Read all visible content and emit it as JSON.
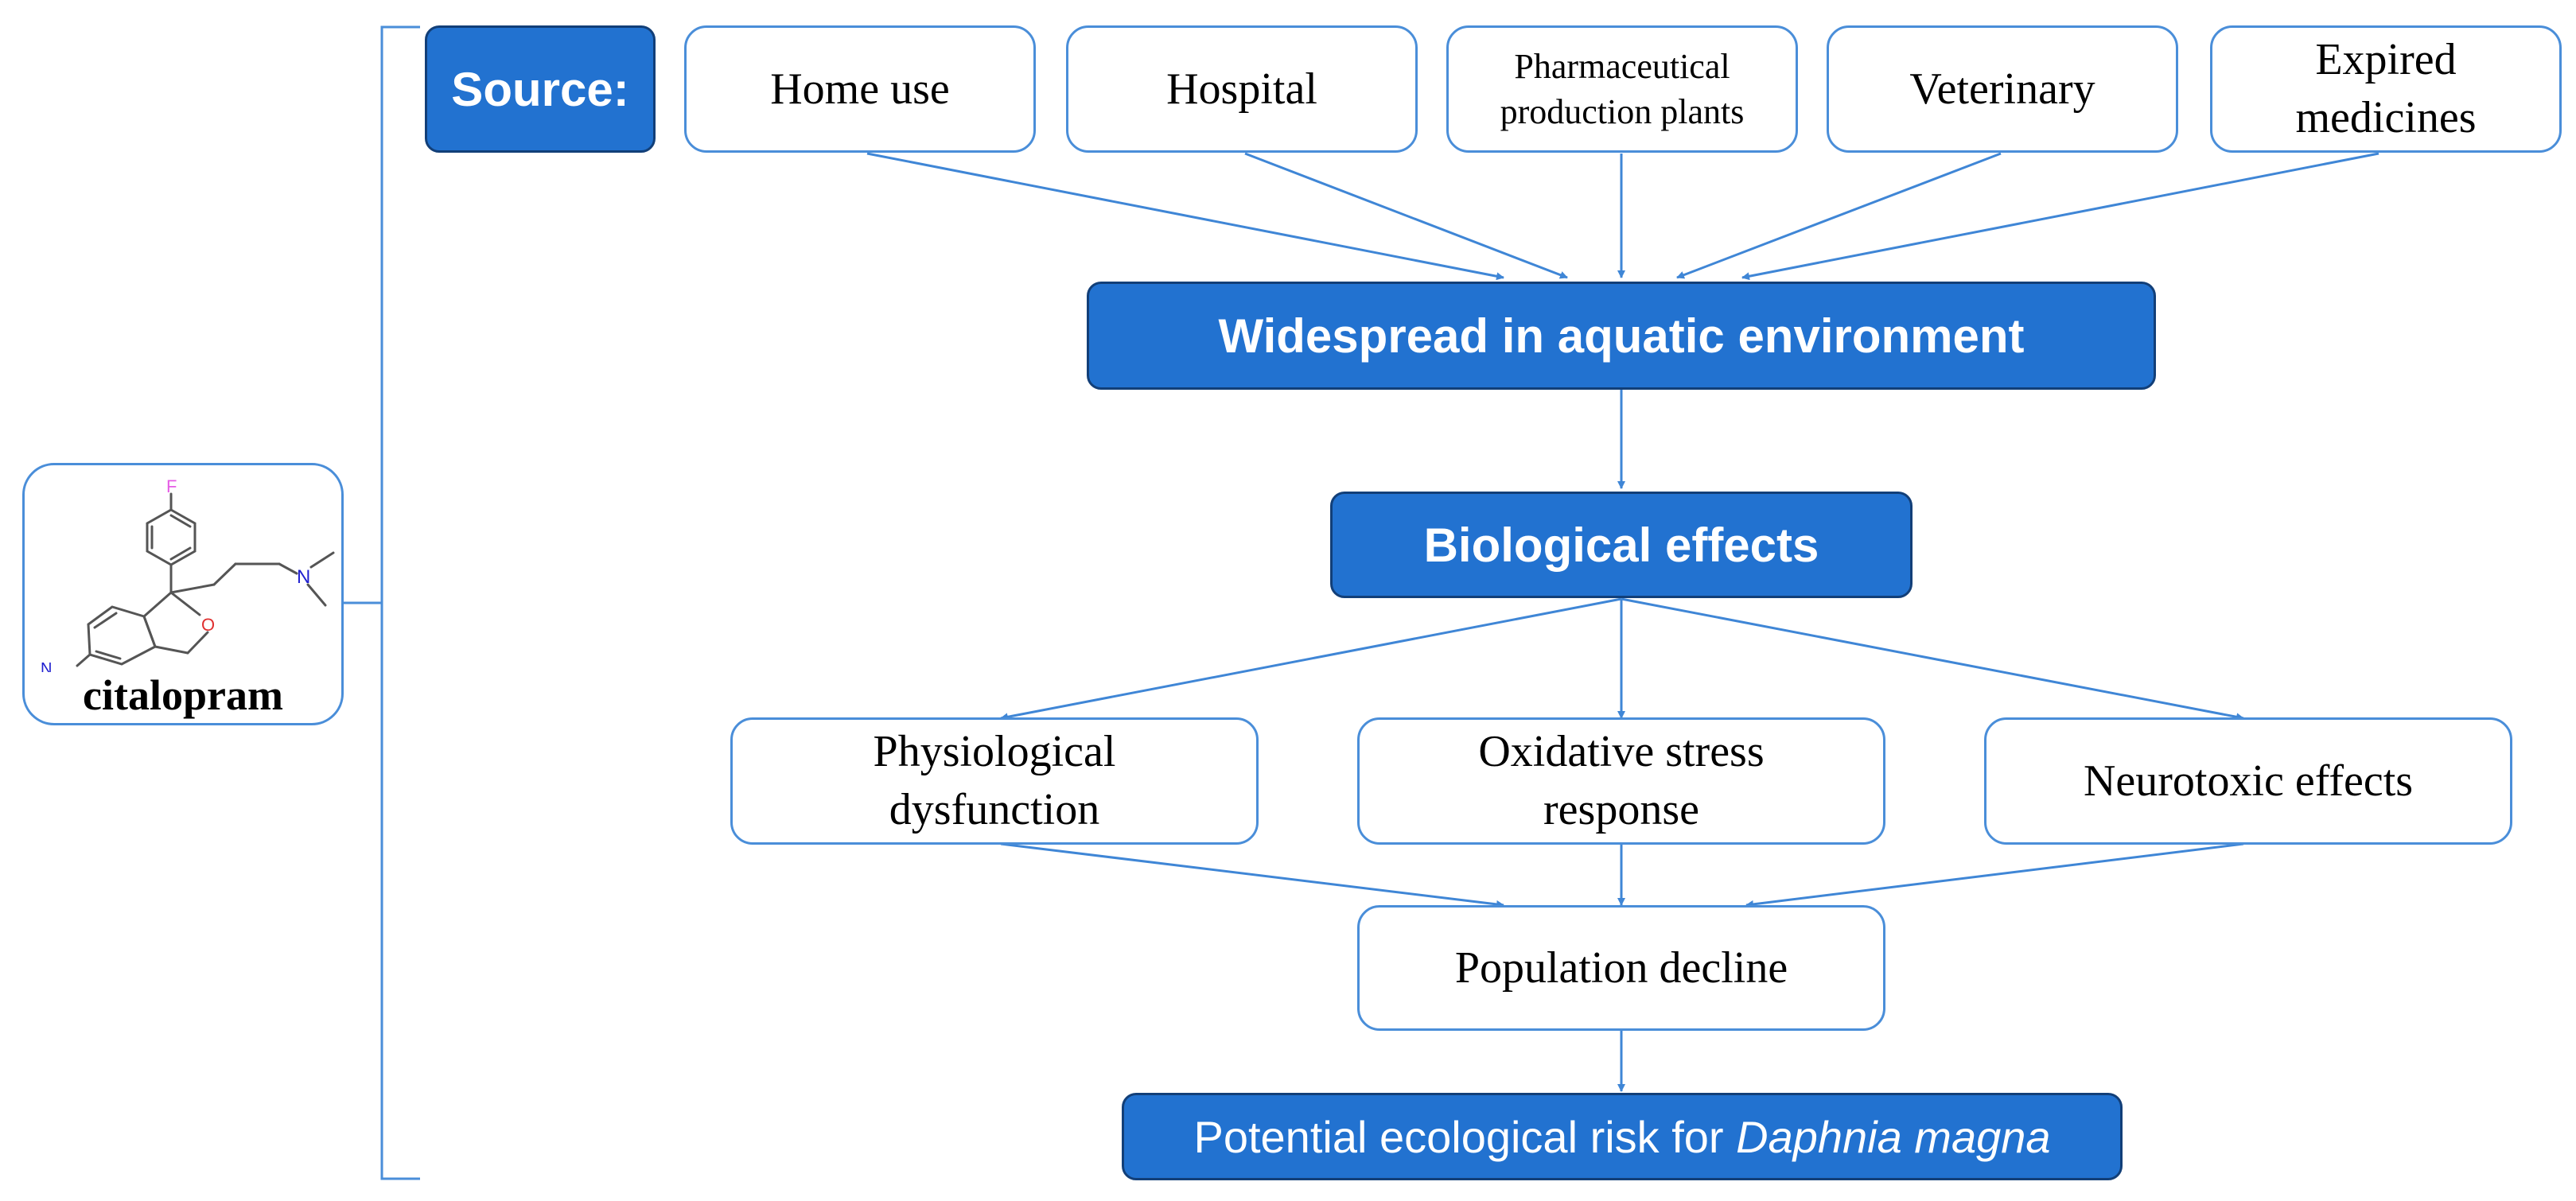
{
  "compound": {
    "name": "citalopram",
    "atoms": {
      "fluorine": "F",
      "nitrogen_amine": "N",
      "oxygen": "O",
      "nitrogen_nitrile": "N"
    }
  },
  "source": {
    "label": "Source:",
    "items": [
      "Home use",
      "Hospital",
      "Pharmaceutical\nproduction plants",
      "Veterinary",
      "Expired\nmedicines"
    ]
  },
  "environment": {
    "label": "Widespread in aquatic environment"
  },
  "biological": {
    "label": "Biological effects"
  },
  "effects": [
    "Physiological\ndysfunction",
    "Oxidative stress\nresponse",
    "Neurotoxic effects"
  ],
  "population": {
    "label": "Population decline"
  },
  "risk": {
    "prefix": "Potential ecological risk for ",
    "species": "Daphnia magna"
  },
  "colors": {
    "box_fill": "#2272d0",
    "box_border_dark": "#123f78",
    "outline_border": "#4a8ed9",
    "arrow": "#3f86d6",
    "fluorine_atom": "#e55ce5",
    "nitrogen_atom": "#2020d0",
    "oxygen_atom": "#e03030"
  }
}
